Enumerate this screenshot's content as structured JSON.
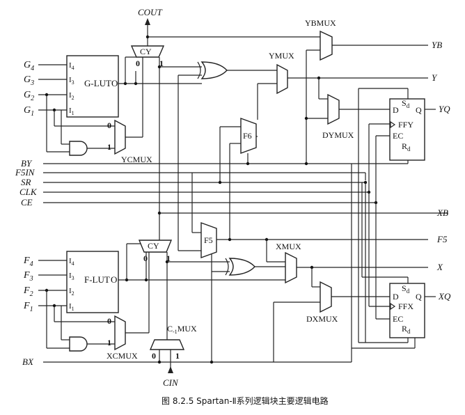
{
  "signals": {
    "cout": "COUT",
    "cin": "CIN",
    "yb": "YB",
    "y": "Y",
    "yq": "YQ",
    "xb": "XB",
    "f5": "F5",
    "x": "X",
    "xq": "XQ",
    "by": "BY",
    "f5in": "F5IN",
    "sr": "SR",
    "clk": "CLK",
    "ce": "CE",
    "bx": "BX"
  },
  "inputs_g": [
    {
      "base": "G",
      "sub": "4"
    },
    {
      "base": "G",
      "sub": "3"
    },
    {
      "base": "G",
      "sub": "2"
    },
    {
      "base": "G",
      "sub": "1"
    }
  ],
  "inputs_f": [
    {
      "base": "F",
      "sub": "4"
    },
    {
      "base": "F",
      "sub": "3"
    },
    {
      "base": "F",
      "sub": "2"
    },
    {
      "base": "F",
      "sub": "1"
    }
  ],
  "lut_pins": [
    {
      "base": "I",
      "sub": "4"
    },
    {
      "base": "I",
      "sub": "3"
    },
    {
      "base": "I",
      "sub": "2"
    },
    {
      "base": "I",
      "sub": "1"
    }
  ],
  "blocks": {
    "g_lut": "G-LUT",
    "f_lut": "F-LUT",
    "lut_out": "O",
    "cy": "CY",
    "ybmux": "YBMUX",
    "ymux": "YMUX",
    "dymux": "DYMUX",
    "ycmux": "YCMUX",
    "xmux": "XMUX",
    "dxmux": "DXMUX",
    "xcmux": "XCMUX",
    "f6": "F6",
    "f5": "F5",
    "c1mux_base": "C",
    "c1mux_sub": "-1",
    "c1mux_rest": "MUX",
    "ffy": "FFY",
    "ffx": "FFX",
    "ff_d": "D",
    "ff_q": "Q",
    "ff_ec": "EC",
    "ff_s": "S",
    "ff_s_sub": "d",
    "ff_r": "R",
    "ff_r_sub": "d",
    "zero": "0",
    "one": "1"
  },
  "caption": "图 8.2.5   Spartan-Ⅱ系列逻辑块主要逻辑电路"
}
